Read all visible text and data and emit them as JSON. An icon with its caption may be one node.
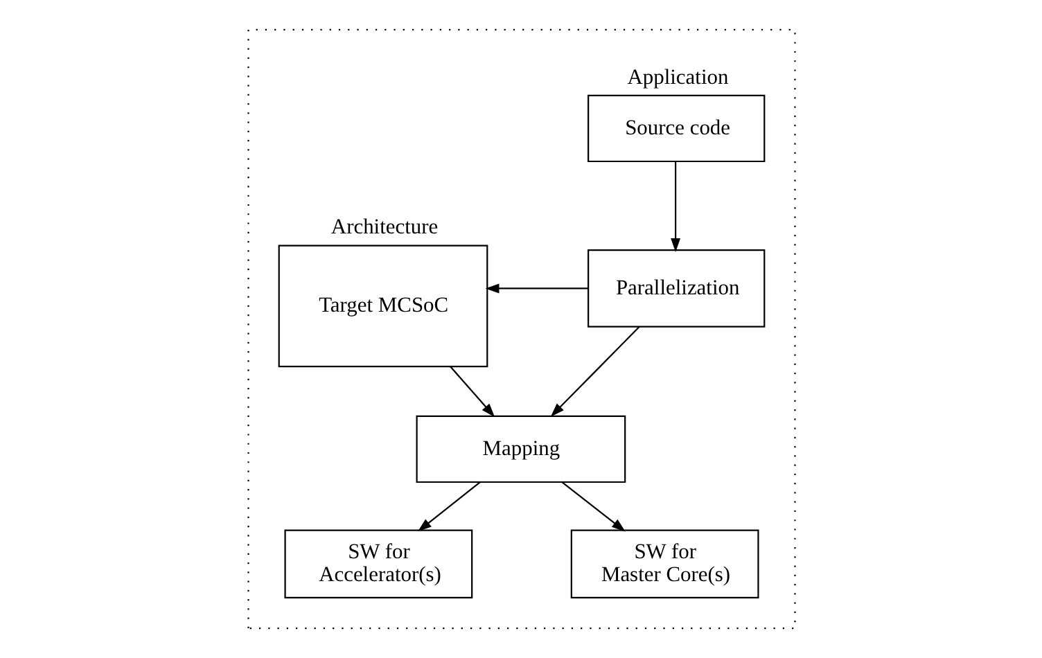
{
  "diagram": {
    "nodes": [
      {
        "text": [],
        "shape": "box"
      },
      {
        "text": [
          "Source code"
        ],
        "beside": [
          "Application"
        ],
        "in": 0
      },
      {
        "text": [
          "Target MCSoC"
        ],
        "beside": [
          "Architecture"
        ],
        "in": 0
      },
      {
        "text": [
          "Parallelization"
        ],
        "in": 0
      },
      {
        "text": [
          "Mapping"
        ],
        "in": 0
      },
      {
        "text": [
          "SW for Accelerator(s)"
        ],
        "in": 0
      },
      {
        "text": [
          "SW for Master Core(s)"
        ],
        "in": 0
      }
    ],
    "edges": [
      {
        "from": 1,
        "to": 3,
        "arrow": "to"
      },
      {
        "from": 3,
        "to": 2,
        "arrow": "to"
      },
      {
        "from": 3,
        "to": 4,
        "arrow": "to"
      },
      {
        "from": 2,
        "to": 4,
        "arrow": "to"
      },
      {
        "from": 4,
        "to": 5,
        "arrow": "to"
      },
      {
        "from": 4,
        "to": 6,
        "arrow": "to"
      }
    ]
  }
}
